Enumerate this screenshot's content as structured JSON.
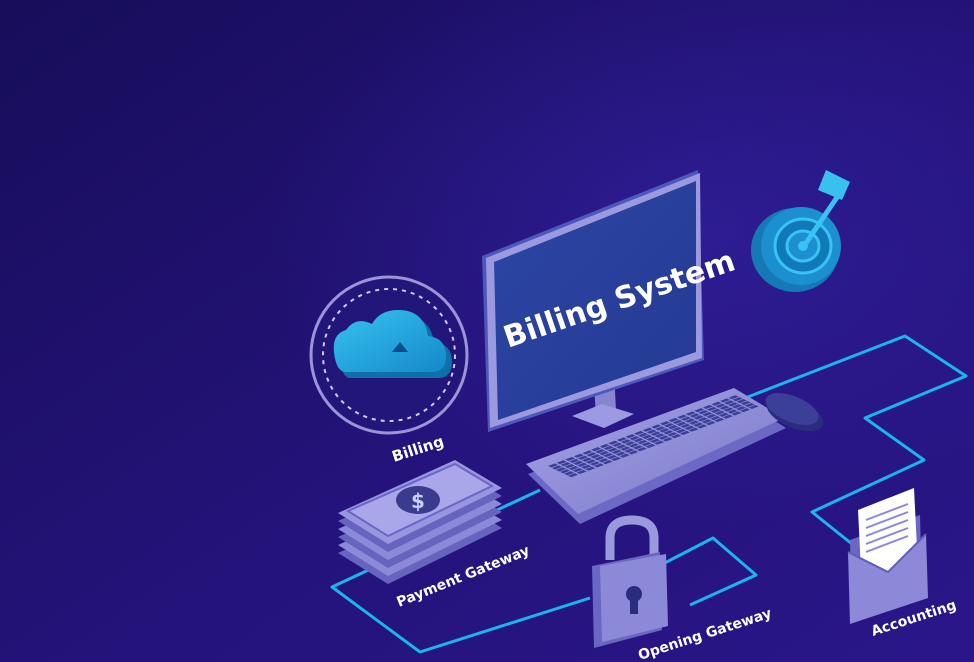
{
  "screen": {
    "title": "Billing System"
  },
  "labels": {
    "billing": "Billing",
    "payment_gateway": "Payment Gateway",
    "opening_gateway": "Opening Gateway",
    "accounting": "Accounting"
  },
  "colors": {
    "background": "#1b0f63",
    "accent_line": "#19b6ee",
    "cloud": "#1fa3dc",
    "screen": "#2e4aa8",
    "device_body": "#8d8bd6",
    "keyboard_keys": "#3b3f97"
  },
  "icons": [
    "cloud-icon",
    "target-icon",
    "money-stack-icon",
    "padlock-icon",
    "envelope-icon",
    "computer-mouse-icon",
    "monitor-icon",
    "keyboard-icon"
  ]
}
